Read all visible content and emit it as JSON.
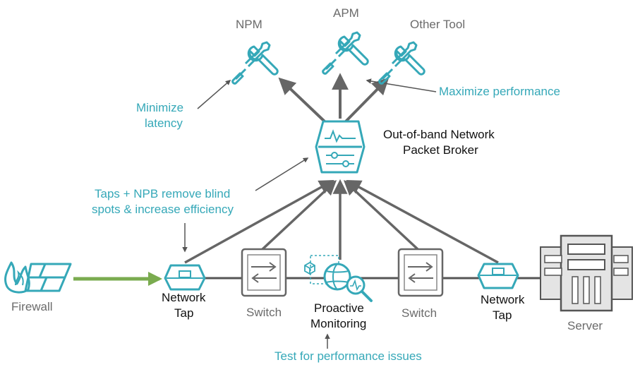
{
  "tools": {
    "npm": "NPM",
    "apm": "APM",
    "other": "Other Tool"
  },
  "annotations": {
    "minimize_latency_1": "Minimize",
    "minimize_latency_2": "latency",
    "maximize_performance": "Maximize performance",
    "taps_npb_1": "Taps + NPB remove blind",
    "taps_npb_2": "spots & increase efficiency",
    "test_performance": "Test for performance issues"
  },
  "broker": {
    "line1": "Out-of-band Network",
    "line2": "Packet Broker"
  },
  "devices": {
    "firewall": "Firewall",
    "tap_left_1": "Network",
    "tap_left_2": "Tap",
    "switch_left": "Switch",
    "proactive_1": "Proactive",
    "proactive_2": "Monitoring",
    "switch_right": "Switch",
    "tap_right_1": "Network",
    "tap_right_2": "Tap",
    "server": "Server"
  },
  "colors": {
    "teal": "#35a8b8",
    "green_arrow": "#7aab4f",
    "arrow_gray": "#666666",
    "device_gray": "#555555"
  }
}
